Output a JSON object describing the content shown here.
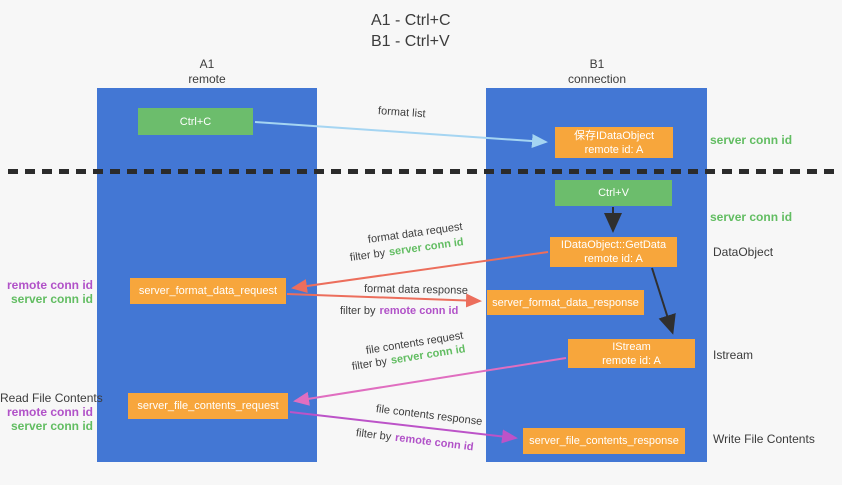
{
  "title": {
    "line1": "A1 - Ctrl+C",
    "line2": "B1 - Ctrl+V"
  },
  "columns": {
    "left": {
      "name": "A1",
      "subtitle": "remote"
    },
    "right": {
      "name": "B1",
      "subtitle": "connection"
    }
  },
  "boxes": {
    "ctrl_c": "Ctrl+C",
    "ctrl_v": "Ctrl+V",
    "save_dataobject": {
      "line1": "保存IDataObject",
      "line2": "remote id: A"
    },
    "getdata": {
      "line1": "IDataObject::GetData",
      "line2": "remote id: A"
    },
    "istream": {
      "line1": "IStream",
      "line2": "remote id: A"
    },
    "format_request": "server_format_data_request",
    "format_response": "server_format_data_response",
    "file_request": "server_file_contents_request",
    "file_response": "server_file_contents_response"
  },
  "arrows": {
    "format_list": "format list",
    "format_data_request": "format data request",
    "format_data_response": "format data response",
    "file_contents_request": "file contents request",
    "file_contents_response": "file contents response",
    "filter_by": "filter by",
    "server_conn_id": "server conn id",
    "remote_conn_id": "remote conn id"
  },
  "side_labels": {
    "server_conn_id_top": "server conn id",
    "server_conn_id_mid": "server conn id",
    "dataobject": "DataObject",
    "istream": "Istream",
    "read_file_contents": "Read File Contents",
    "write_file_contents": "Write File Contents",
    "remote_conn_id": "remote conn id",
    "server_conn_id": "server conn id"
  },
  "colors": {
    "background": "#f7f7f7",
    "column_blue": "#4377d4",
    "box_green": "#6cbd6c",
    "box_orange": "#f7a63c",
    "green_text": "#62bd62",
    "purple_text": "#b152c8",
    "red_arrow": "#ec6e5c",
    "light_blue_arrow": "#a5d5f2",
    "pink_arrow": "#e06ec0",
    "purple_arrow": "#bc53c8",
    "black_arrow": "#2f2f2f"
  }
}
